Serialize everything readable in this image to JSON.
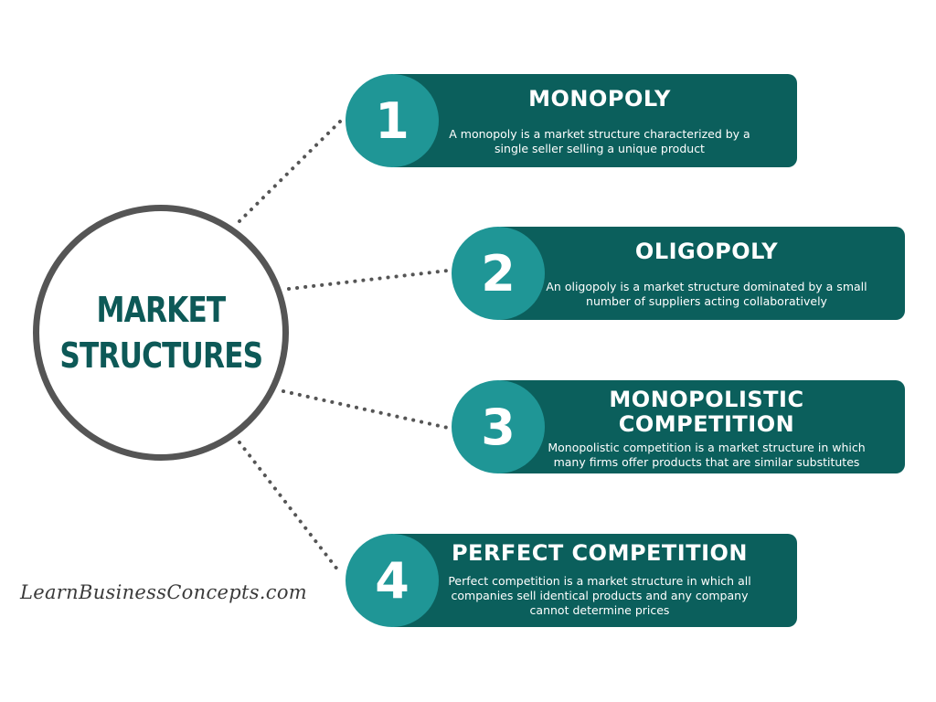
{
  "colors": {
    "card": "#0b5f5c",
    "badge": "#1f9696",
    "hub_text": "#0d5957",
    "hub_ring": "#555555",
    "connector": "#555555"
  },
  "hub": {
    "line1": "MARKET",
    "line2": "STRUCTURES"
  },
  "cards": [
    {
      "number": "1",
      "title_lines": [
        "MONOPOLY"
      ],
      "desc_lines": [
        "A monopoly is a market structure characterized by a",
        "single seller selling a unique product"
      ]
    },
    {
      "number": "2",
      "title_lines": [
        "OLIGOPOLY"
      ],
      "desc_lines": [
        "An oligopoly is a market structure dominated by a small",
        "number of suppliers acting collaboratively"
      ]
    },
    {
      "number": "3",
      "title_lines": [
        "MONOPOLISTIC",
        "COMPETITION"
      ],
      "desc_lines": [
        "Monopolistic competition is a market structure in which",
        "many firms offer products that are similar substitutes"
      ]
    },
    {
      "number": "4",
      "title_lines": [
        "PERFECT COMPETITION"
      ],
      "desc_lines": [
        "Perfect competition is a market structure in which all",
        "companies sell identical products and any company",
        "cannot determine prices"
      ]
    }
  ],
  "logo_text": "LearnBusinessConcepts.com"
}
